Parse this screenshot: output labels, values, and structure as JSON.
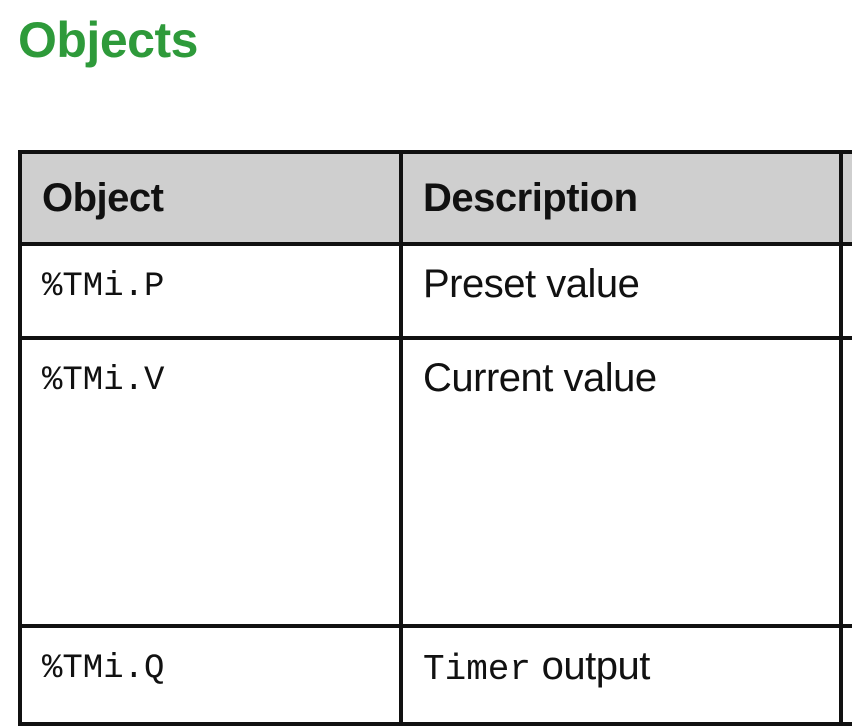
{
  "heading": "Objects",
  "table": {
    "headers": [
      "Object",
      "Description"
    ],
    "rows": [
      {
        "object": "%TMi.P",
        "description": "Preset value"
      },
      {
        "object": "%TMi.V",
        "description": "Current value"
      },
      {
        "object": "%TMi.Q",
        "description_mono": "Timer",
        "description_rest": " output"
      }
    ]
  }
}
